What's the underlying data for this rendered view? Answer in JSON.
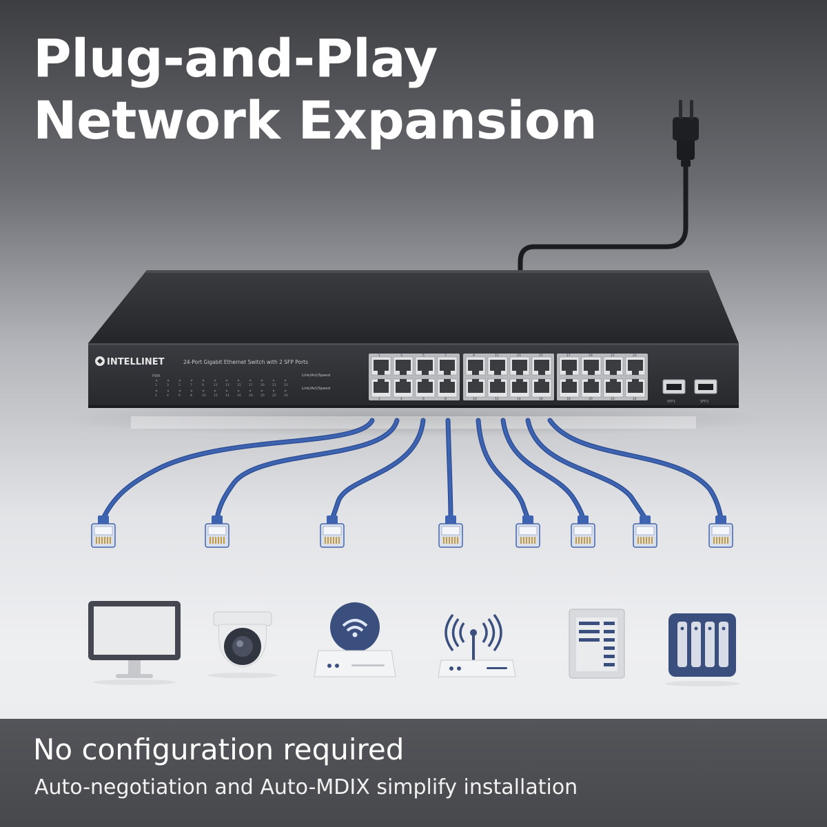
{
  "headline": {
    "line1": "Plug-and-Play",
    "line2": "Network Expansion"
  },
  "switch": {
    "brand": "INTELLINET",
    "model_label": "24-Port Gigabit Ethernet Switch with 2 SFP Ports",
    "indicator_top": "Link/Act/Speed",
    "indicator_bottom": "Link/Act/Speed",
    "pwr_label": "PWR",
    "sfp1_label": "SFP1",
    "sfp2_label": "SFP2",
    "led_numbers_top": [
      "1",
      "3",
      "5",
      "7",
      "9",
      "11",
      "13",
      "15",
      "17",
      "19",
      "21",
      "23"
    ],
    "led_numbers_bottom": [
      "2",
      "4",
      "6",
      "8",
      "10",
      "12",
      "14",
      "16",
      "18",
      "20",
      "22",
      "24"
    ],
    "port_numbers_top": [
      "1",
      "3",
      "5",
      "7",
      "9",
      "11",
      "13",
      "15",
      "17",
      "19",
      "21",
      "23"
    ],
    "port_numbers_bottom": [
      "2",
      "4",
      "6",
      "8",
      "10",
      "12",
      "14",
      "16",
      "18",
      "20",
      "22",
      "24"
    ]
  },
  "devices": [
    {
      "name": "monitor",
      "icon": "monitor-icon"
    },
    {
      "name": "ip-camera",
      "icon": "camera-icon"
    },
    {
      "name": "router",
      "icon": "router-icon"
    },
    {
      "name": "access-point",
      "icon": "wifi-router-icon"
    },
    {
      "name": "server",
      "icon": "server-icon"
    },
    {
      "name": "nas",
      "icon": "nas-icon"
    }
  ],
  "colors": {
    "cable_blue": "#3e63b0",
    "device_blue": "#3b4f7e",
    "switch_body": "#2d2f33"
  },
  "footer": {
    "title": "No configuration required",
    "subtitle": "Auto-negotiation and Auto-MDIX simplify installation"
  }
}
